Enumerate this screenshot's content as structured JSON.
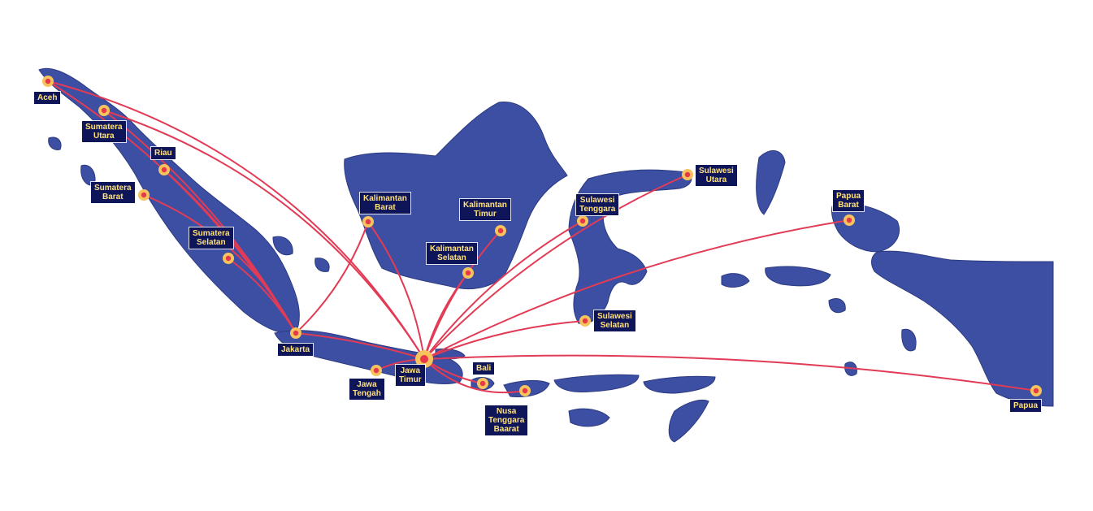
{
  "colors": {
    "land": "#3c4fa3",
    "land_border": "#2c3a80",
    "route": "#e23b55",
    "marker_outer": "#f6c35c",
    "marker_inner": "#e8374a",
    "label_bg": "#0f1559",
    "label_text": "#ffe27a"
  },
  "hub": {
    "id": "jatim",
    "label": "Jawa\nTimur"
  },
  "locations": [
    {
      "id": "aceh",
      "label": "Aceh"
    },
    {
      "id": "sumut",
      "label": "Sumatera\nUtara"
    },
    {
      "id": "riau",
      "label": "Riau"
    },
    {
      "id": "sumbar",
      "label": "Sumatera\nBarat"
    },
    {
      "id": "sumsel",
      "label": "Sumatera\nSelatan"
    },
    {
      "id": "jakarta",
      "label": "Jakarta"
    },
    {
      "id": "jateng",
      "label": "Jawa\nTengah"
    },
    {
      "id": "bali",
      "label": "Bali"
    },
    {
      "id": "ntb",
      "label": "Nusa\nTenggara\nBaarat"
    },
    {
      "id": "kalbar",
      "label": "Kalimantan\nBarat"
    },
    {
      "id": "kaltim",
      "label": "Kalimantan\nTimur"
    },
    {
      "id": "kalsel",
      "label": "Kalimantan\nSelatan"
    },
    {
      "id": "sultra",
      "label": "Sulawesi\nTenggara"
    },
    {
      "id": "sulut",
      "label": "Sulawesi\nUtara"
    },
    {
      "id": "sulsel",
      "label": "Sulawesi\nSelatan"
    },
    {
      "id": "pabar",
      "label": "Papua\nBarat"
    },
    {
      "id": "papua",
      "label": "Papua"
    }
  ],
  "routes": [
    [
      "jatim",
      "aceh"
    ],
    [
      "jatim",
      "sumut"
    ],
    [
      "jatim",
      "kalbar"
    ],
    [
      "jatim",
      "kaltim"
    ],
    [
      "jatim",
      "kalsel"
    ],
    [
      "jatim",
      "sultra"
    ],
    [
      "jatim",
      "sulut"
    ],
    [
      "jatim",
      "sulsel"
    ],
    [
      "jatim",
      "pabar"
    ],
    [
      "jatim",
      "papua"
    ],
    [
      "jatim",
      "jateng"
    ],
    [
      "jatim",
      "bali"
    ],
    [
      "jatim",
      "ntb"
    ],
    [
      "jakarta",
      "aceh"
    ],
    [
      "jakarta",
      "sumut"
    ],
    [
      "jakarta",
      "riau"
    ],
    [
      "jakarta",
      "sumbar"
    ],
    [
      "jakarta",
      "sumsel"
    ],
    [
      "jakarta",
      "kalbar"
    ],
    [
      "jakarta",
      "jatim"
    ]
  ]
}
